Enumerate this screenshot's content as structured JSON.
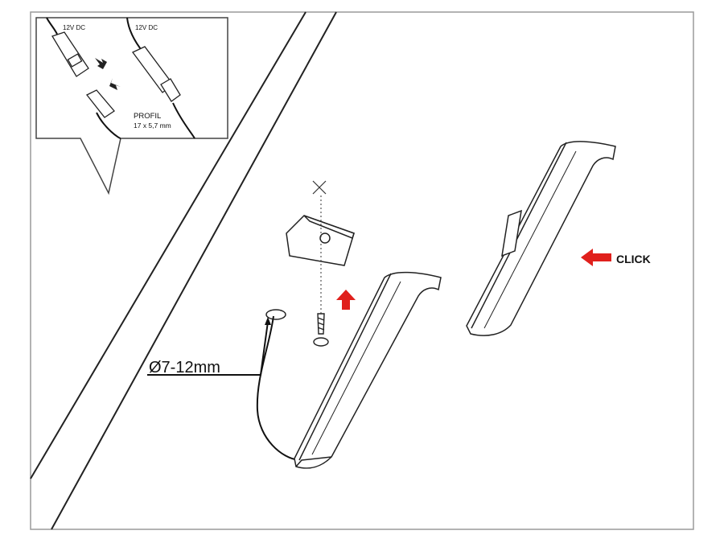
{
  "inset": {
    "label_left": "12V DC",
    "label_right": "12V DC",
    "profile_title": "PROFIL",
    "profile_size": "17 x 5,7 mm"
  },
  "main": {
    "hole_diameter": "Ø7-12mm",
    "click_label": "CLICK"
  },
  "colors": {
    "arrow_red": "#e0201c",
    "line": "#111111",
    "frame": "#9a9a9a"
  }
}
